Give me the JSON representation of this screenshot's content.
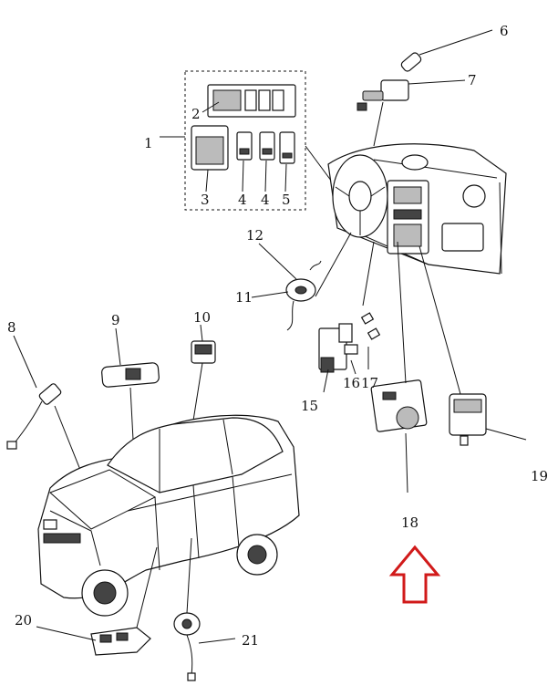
{
  "callouts": [
    {
      "id": "c1",
      "text": "1"
    },
    {
      "id": "c2",
      "text": "2"
    },
    {
      "id": "c3",
      "text": "3"
    },
    {
      "id": "c4a",
      "text": "4"
    },
    {
      "id": "c4b",
      "text": "4"
    },
    {
      "id": "c5",
      "text": "5"
    },
    {
      "id": "c6",
      "text": "6"
    },
    {
      "id": "c7",
      "text": "7"
    },
    {
      "id": "c8",
      "text": "8"
    },
    {
      "id": "c9",
      "text": "9"
    },
    {
      "id": "c10",
      "text": "10"
    },
    {
      "id": "c11",
      "text": "11"
    },
    {
      "id": "c12",
      "text": "12"
    },
    {
      "id": "c15",
      "text": "15"
    },
    {
      "id": "c16",
      "text": "16"
    },
    {
      "id": "c17",
      "text": "17"
    },
    {
      "id": "c18",
      "text": "18"
    },
    {
      "id": "c19",
      "text": "19"
    },
    {
      "id": "c20",
      "text": "20"
    },
    {
      "id": "c21",
      "text": "21"
    }
  ],
  "colors": {
    "line": "#111111",
    "arrow": "#d11a1a",
    "background": "#ffffff"
  },
  "highlight_arrow": {
    "direction": "up",
    "target": "18"
  }
}
